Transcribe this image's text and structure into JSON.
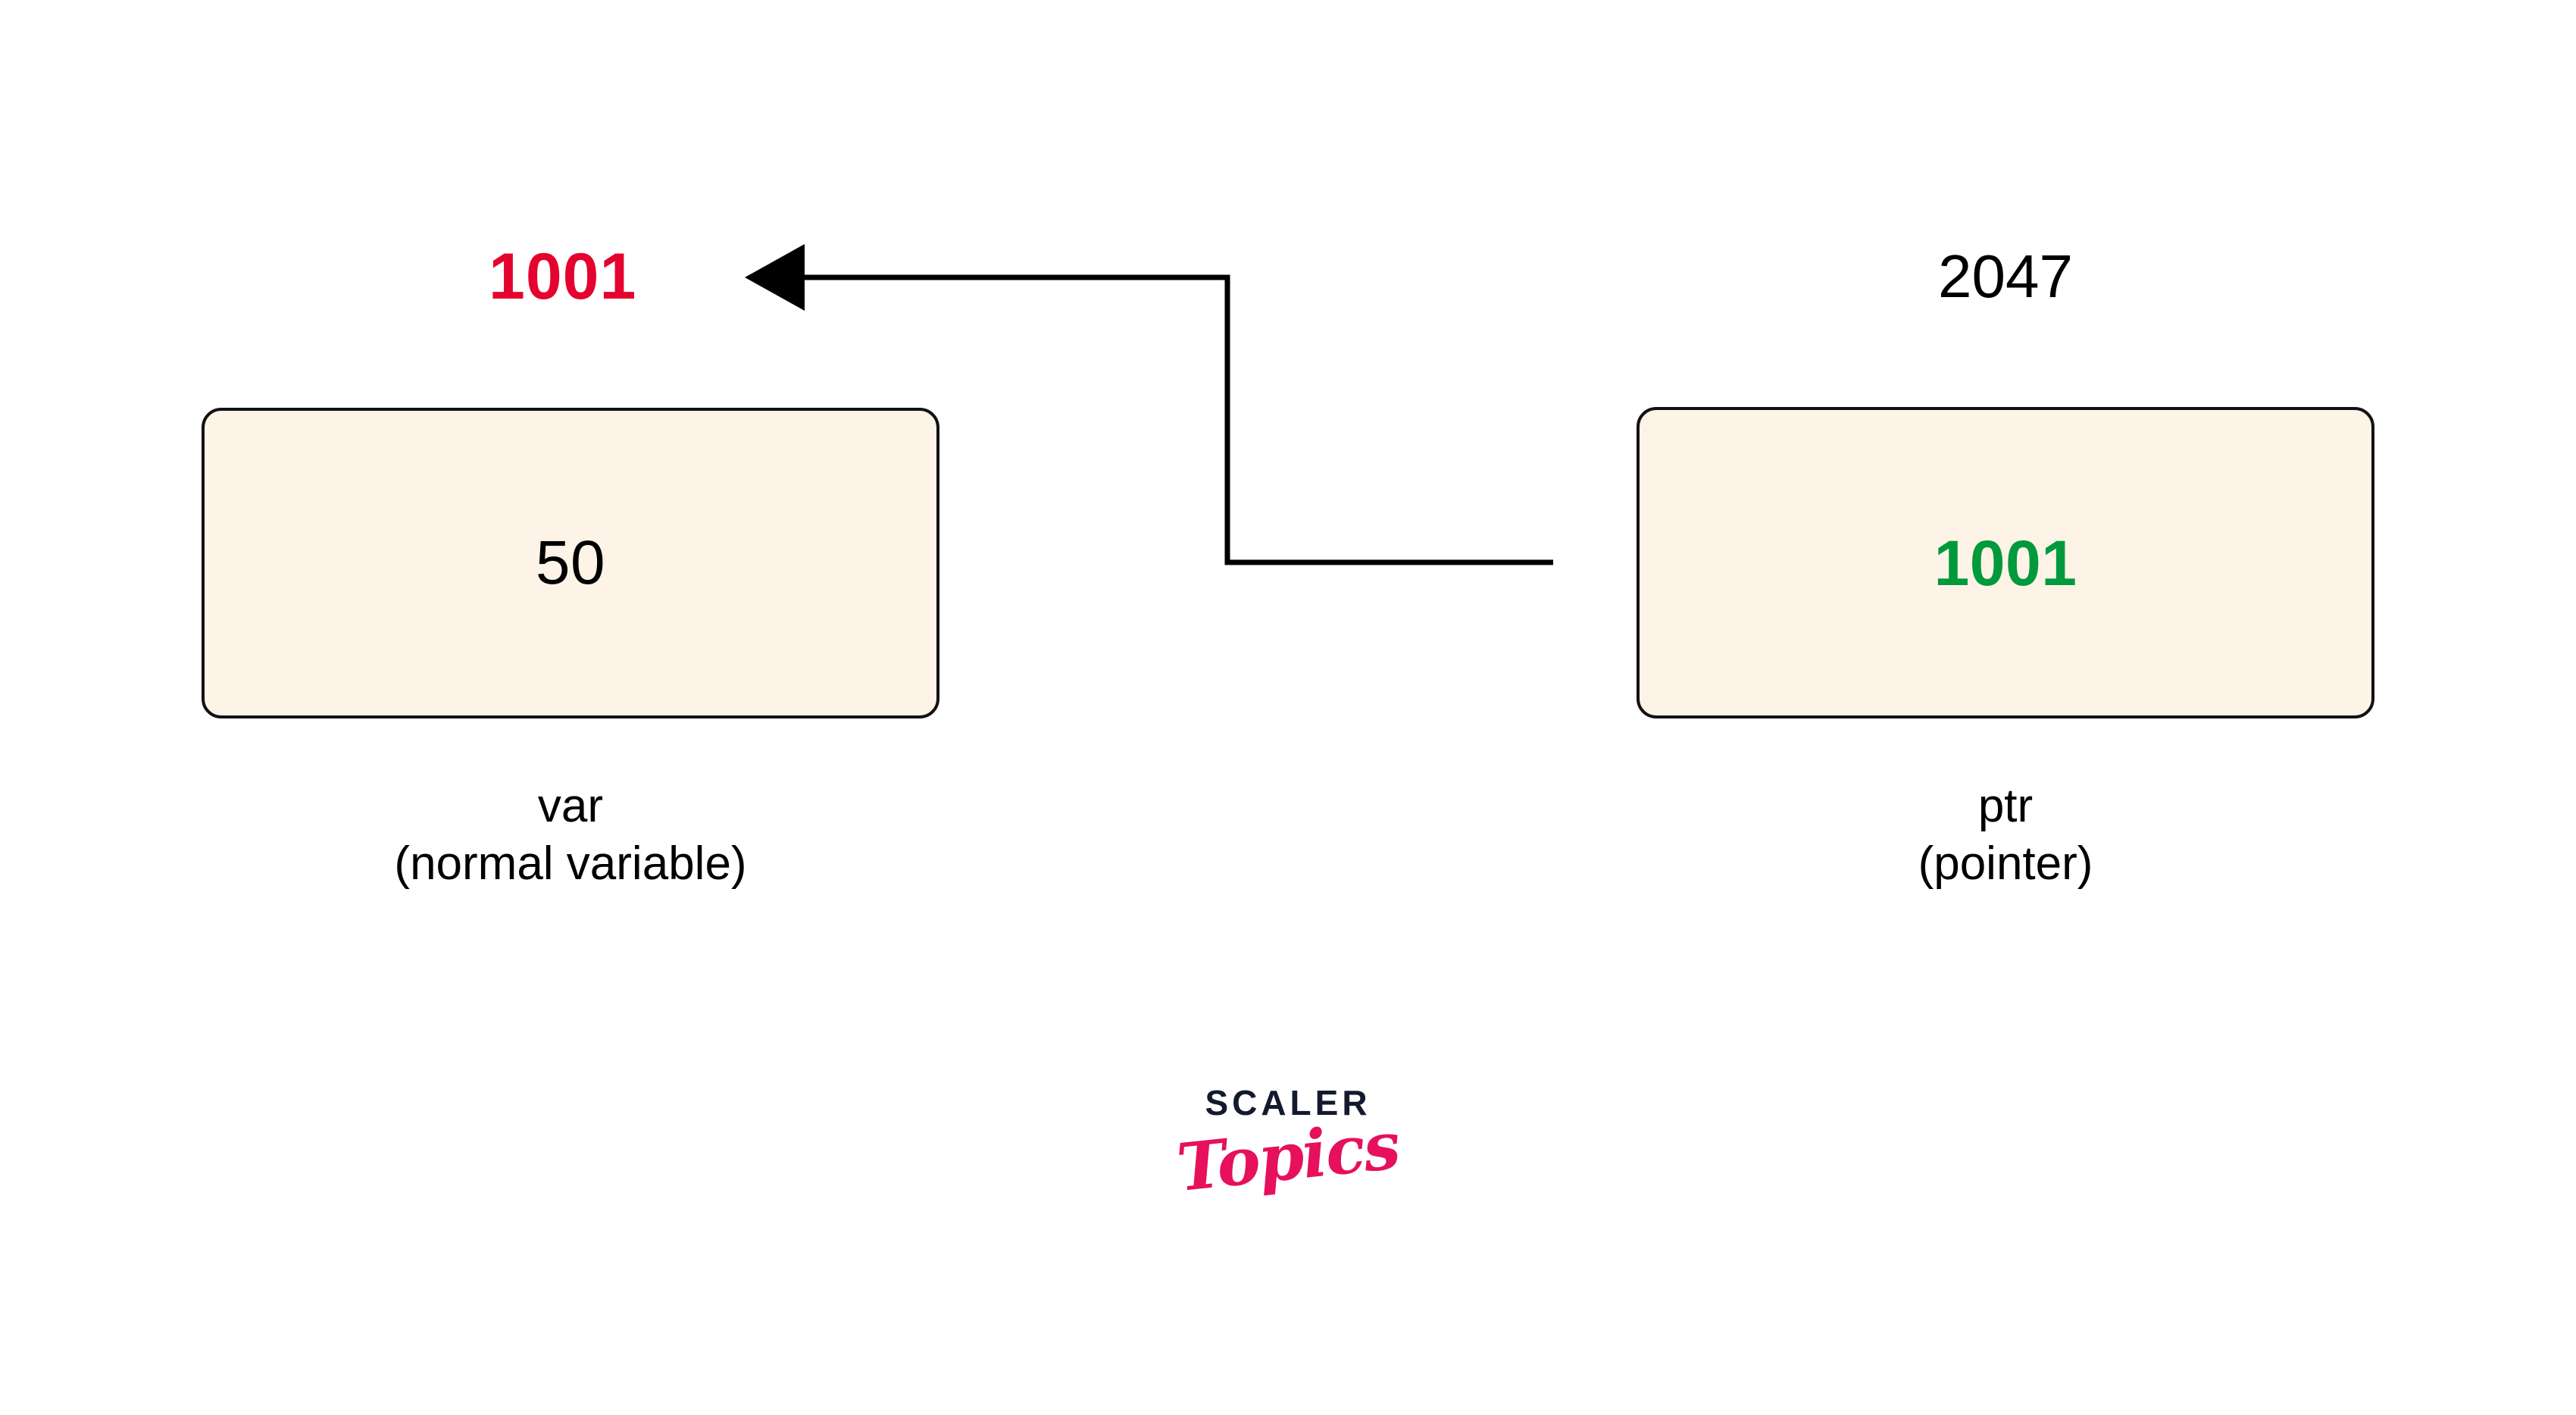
{
  "diagram": {
    "title": "pointer-vs-normal-variable",
    "background": "#ffffff",
    "box_fill": "#FDF3E7",
    "box_border": "#121212",
    "accent_red": "#E4032E",
    "accent_green": "#009A3C"
  },
  "variable_cell": {
    "address_label": "1001",
    "value": "50",
    "caption_name": "var",
    "caption_sub": "(normal variable)"
  },
  "pointer_cell": {
    "address_label": "2047",
    "value": "1001",
    "caption_name": "ptr",
    "caption_sub": "(pointer)"
  },
  "connector": {
    "description": "arrow from pointer value to variable address",
    "direction": "right-to-left",
    "stroke": "#000000"
  },
  "logo": {
    "word_mark": "SCALER",
    "script_mark": "Topics",
    "word_color": "#141A2E",
    "script_color": "#E6105C"
  }
}
